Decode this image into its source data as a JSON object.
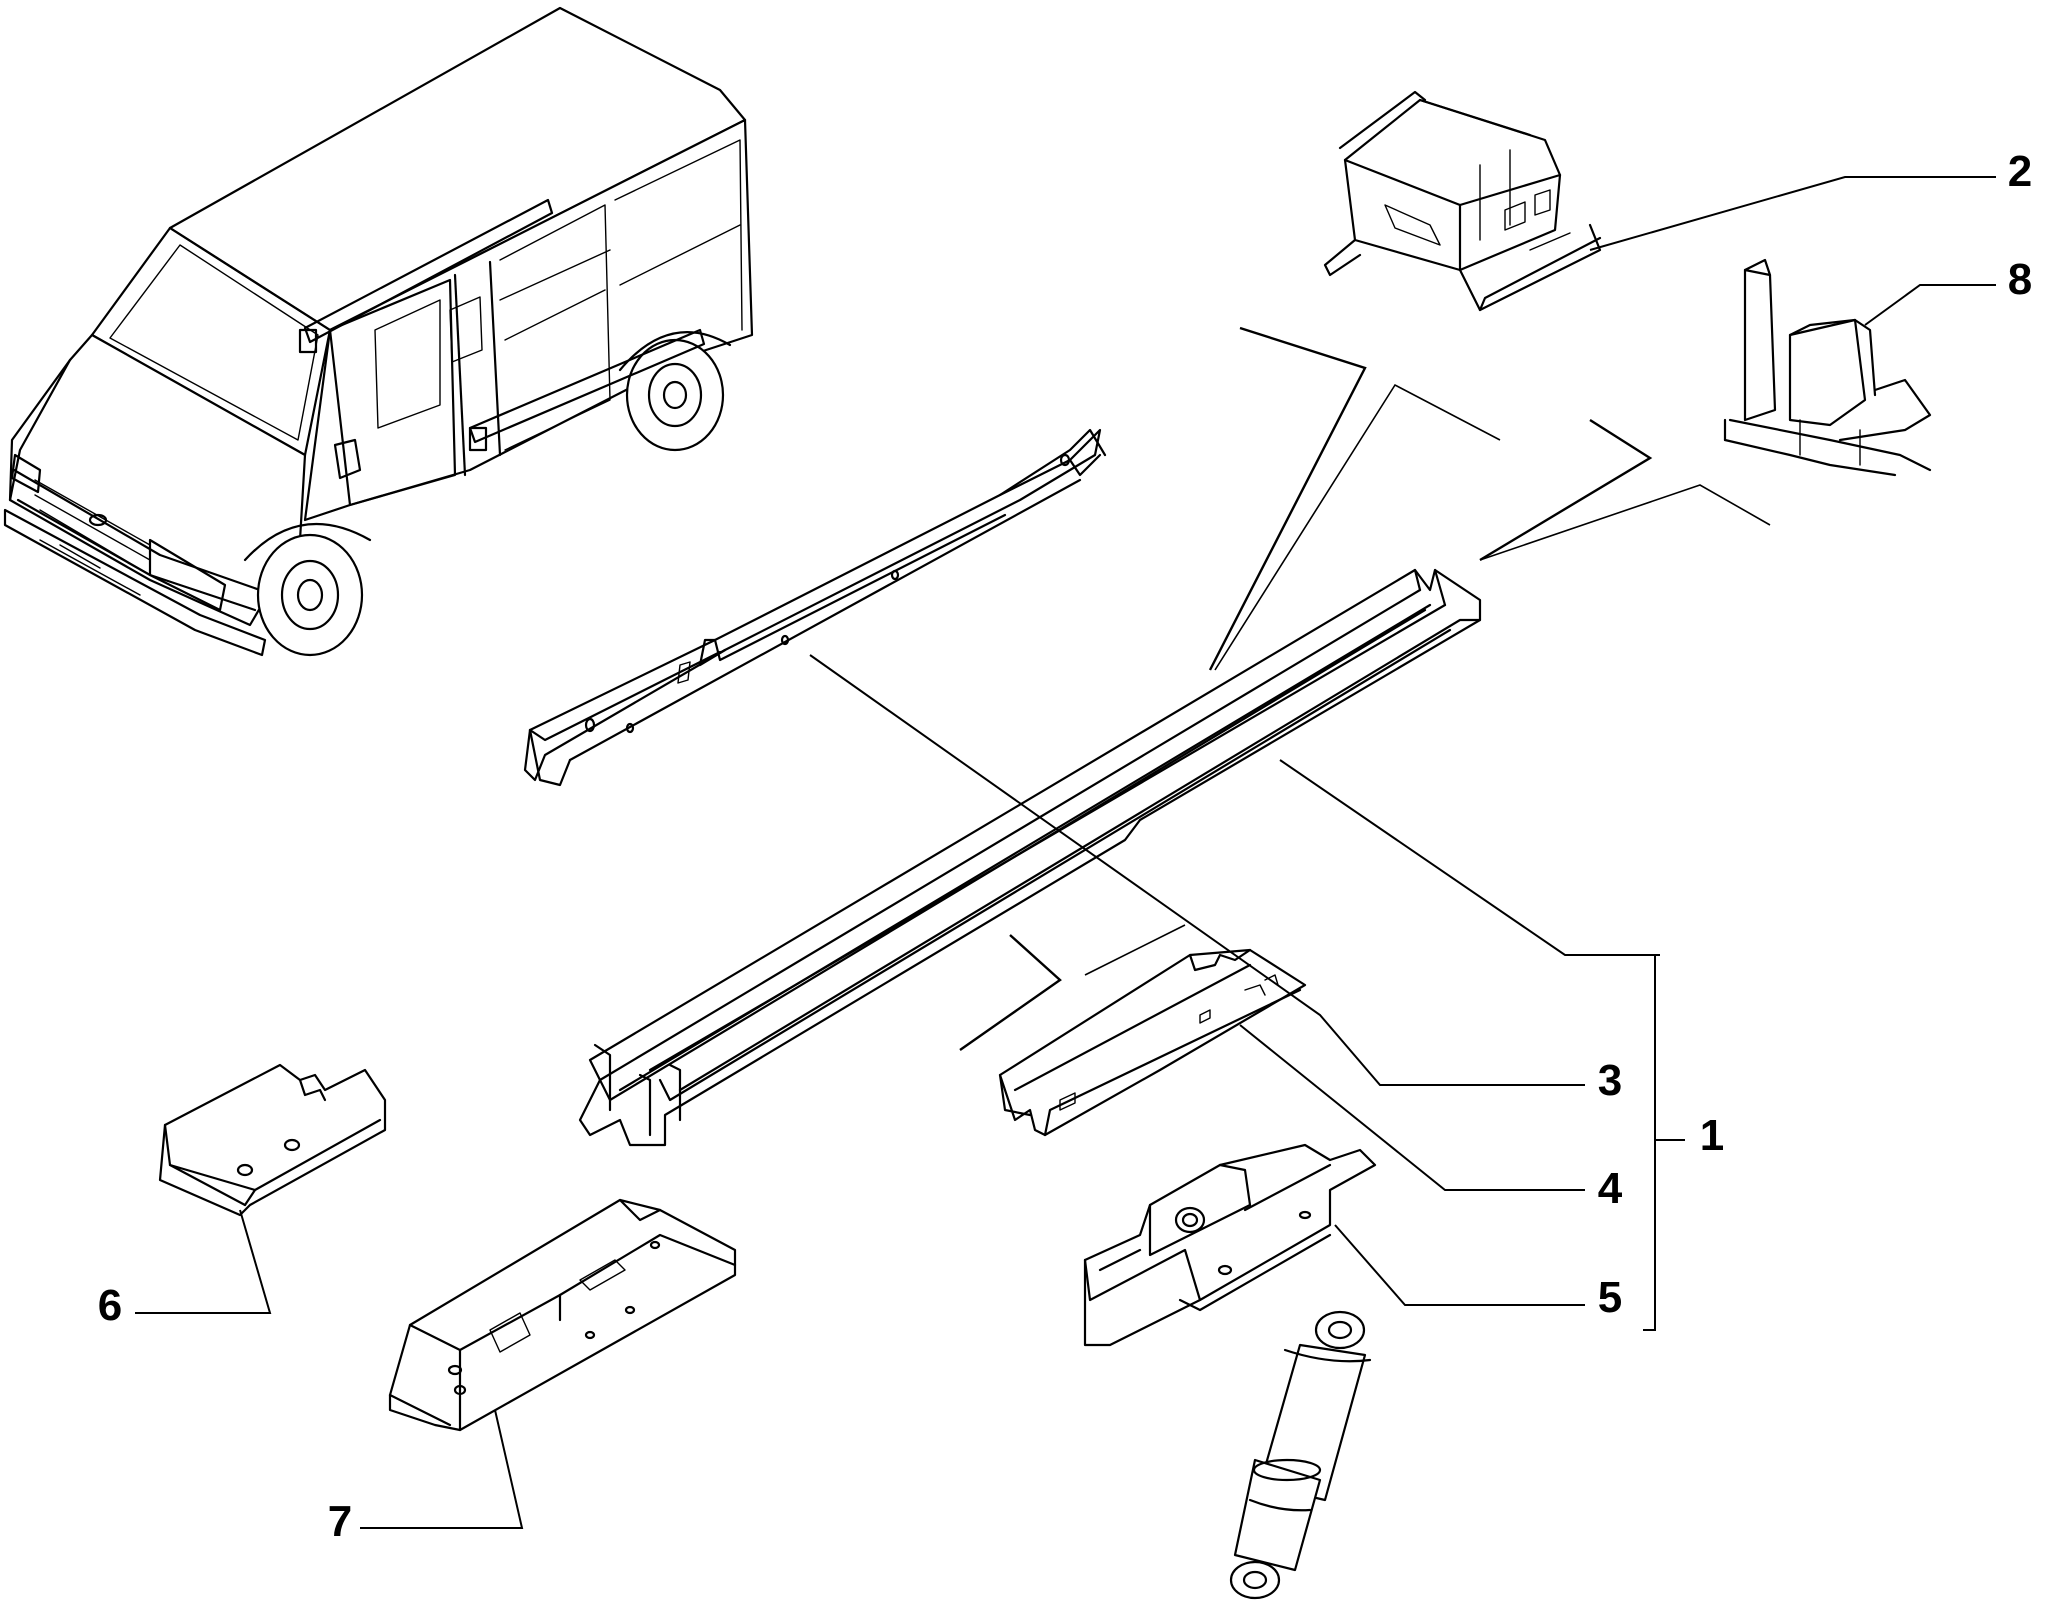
{
  "callouts": [
    {
      "id": "1",
      "label": "1"
    },
    {
      "id": "2",
      "label": "2"
    },
    {
      "id": "3",
      "label": "3"
    },
    {
      "id": "4",
      "label": "4"
    },
    {
      "id": "5",
      "label": "5"
    },
    {
      "id": "6",
      "label": "6"
    },
    {
      "id": "7",
      "label": "7"
    },
    {
      "id": "8",
      "label": "8"
    }
  ],
  "colors": {
    "line": "#000000",
    "background": "#ffffff"
  },
  "icons": [
    "van-illustration",
    "shock-absorber"
  ]
}
